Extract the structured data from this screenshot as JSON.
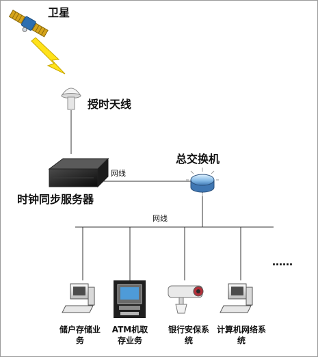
{
  "satellite": {
    "label": "卫星"
  },
  "antenna": {
    "label": "授时天线"
  },
  "core_switch": {
    "label": "总交换机"
  },
  "clock_server": {
    "label": "时钟同步服务器"
  },
  "links": {
    "server_switch_label": "网线",
    "bus_label": "网线"
  },
  "ellipsis": "……",
  "devices": [
    {
      "label": "储户存储业务"
    },
    {
      "label": "ATM机取存业务"
    },
    {
      "label": "银行安保系统"
    },
    {
      "label": "计算机网络系统"
    }
  ]
}
